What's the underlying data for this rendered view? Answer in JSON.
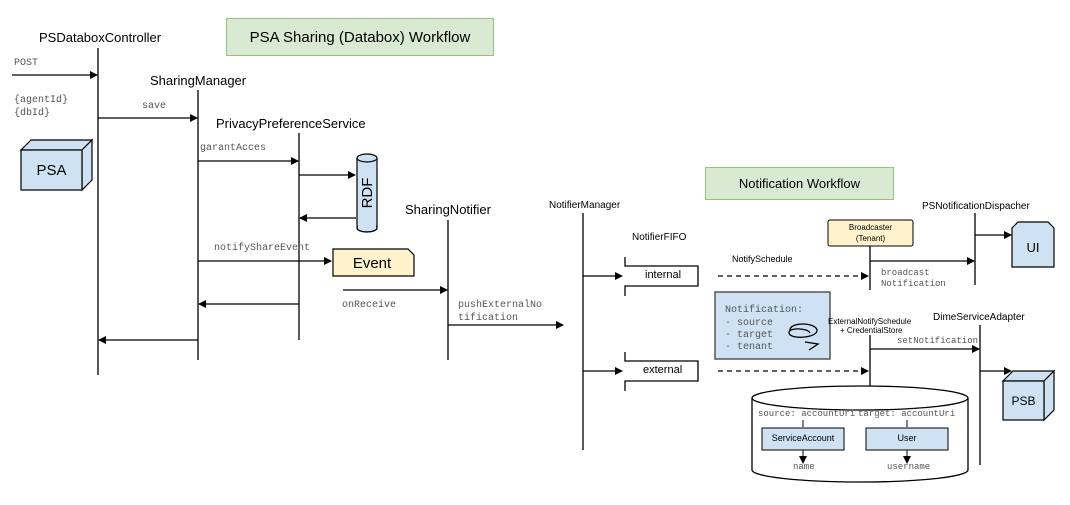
{
  "titles": {
    "psa_workflow": "PSA Sharing (Databox) Workflow",
    "notification_workflow": "Notification Workflow"
  },
  "actors": {
    "ps_databox_controller": "PSDataboxController",
    "sharing_manager": "SharingManager",
    "privacy_preference_service": "PrivacyPreferenceService",
    "sharing_notifier": "SharingNotifier",
    "notifier_manager": "NotifierManager",
    "notifier_fifo": "NotifierFIFO",
    "ps_notification_dispacher": "PSNotificationDispacher",
    "dime_service_adapter": "DimeServiceAdapter"
  },
  "messages": {
    "post": "POST",
    "agent_id": "{agentId}",
    "db_id": "{dbId}",
    "save": "save",
    "garant_acces": "garantAcces",
    "notify_share_event": "notifyShareEvent",
    "on_receive": "onReceive",
    "push_external_1": "pushExternalNo",
    "push_external_2": "tification",
    "notify_schedule": "NotifySchedule",
    "broadcast_1": "broadcast",
    "broadcast_2": "Notification",
    "external_notify_1": "ExternalNotifySchedule",
    "external_notify_2": "+ CredentialStore",
    "set_notification": "setNotification"
  },
  "nodes": {
    "psa": "PSA",
    "rdf": "RDF",
    "event": "Event",
    "ui": "UI",
    "psb": "PSB",
    "internal": "internal",
    "external": "external",
    "broadcaster_1": "Broadcaster",
    "broadcaster_2": "(Tenant)"
  },
  "notification_box": {
    "title": "Notification:",
    "items": [
      "- source",
      "- target",
      "- tenant"
    ]
  },
  "store": {
    "source_label": "source: accountUri",
    "target_label": "target: accountUri",
    "service_account": "ServiceAccount",
    "user": "User",
    "name": "name",
    "username": "username"
  },
  "colors": {
    "title_fill": "#d9ead3",
    "title_border": "#93c47d",
    "node_fill": "#cfe2f3",
    "event_fill": "#fff2cc",
    "line": "#000000"
  }
}
